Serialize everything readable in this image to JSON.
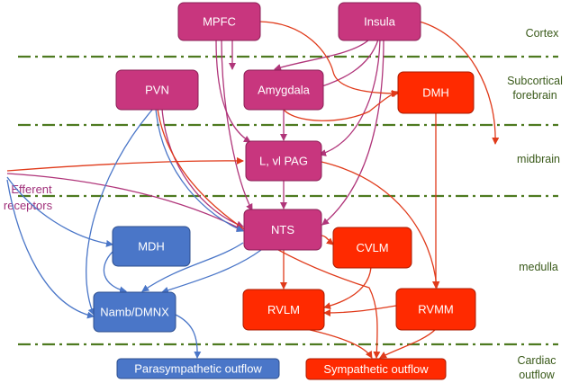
{
  "colors": {
    "cortical_node": "#c8367e",
    "sympathetic_node": "#ff2a00",
    "parasympathetic_node": "#4a76c8",
    "magenta_arrow": "#b0357a",
    "red_arrow": "#e03a1a",
    "blue_arrow": "#4a76c8",
    "divider": "#4e7a20",
    "level_label": "#3a5a1a",
    "side_label": "#a0307a"
  },
  "levels": {
    "cortex": "Cortex",
    "subcortical_line1": "Subcortical",
    "subcortical_line2": "forebrain",
    "midbrain": "midbrain",
    "medulla": "medulla",
    "cardiac_line1": "Cardiac",
    "cardiac_line2": "outflow"
  },
  "side_label": {
    "line1": "Efferent",
    "line2": "receptors"
  },
  "nodes": {
    "mpfc": "MPFC",
    "insula": "Insula",
    "pvn": "PVN",
    "amygdala": "Amygdala",
    "dmh": "DMH",
    "pag": "L, vl PAG",
    "nts": "NTS",
    "cvlm": "CVLM",
    "mdh": "MDH",
    "namb": "Namb/DMNX",
    "rvlm": "RVLM",
    "rvmm": "RVMM",
    "parasympathetic": "Parasympathetic outflow",
    "sympathetic": "Sympathetic outflow"
  }
}
